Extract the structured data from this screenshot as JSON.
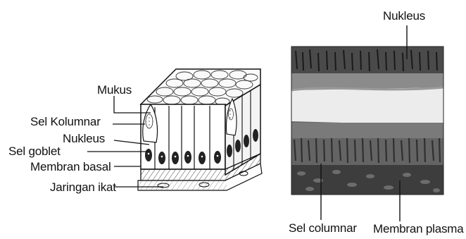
{
  "left_diagram": {
    "labels": {
      "mukus": "Mukus",
      "sel_kolumnar": "Sel Kolumnar",
      "nukleus": "Nukleus",
      "sel_goblet": "Sel goblet",
      "membran_basal": "Membran basal",
      "jaringan_ikat": "Jaringan ikat"
    }
  },
  "right_micrograph": {
    "labels": {
      "nukleus": "Nukleus",
      "sel_columnar": "Sel columnar",
      "membran_plasma": "Membran plasma"
    }
  },
  "colors": {
    "line": "#111111",
    "micrograph_dark": "#3b3b3b",
    "micrograph_light": "#e9e9e9"
  }
}
